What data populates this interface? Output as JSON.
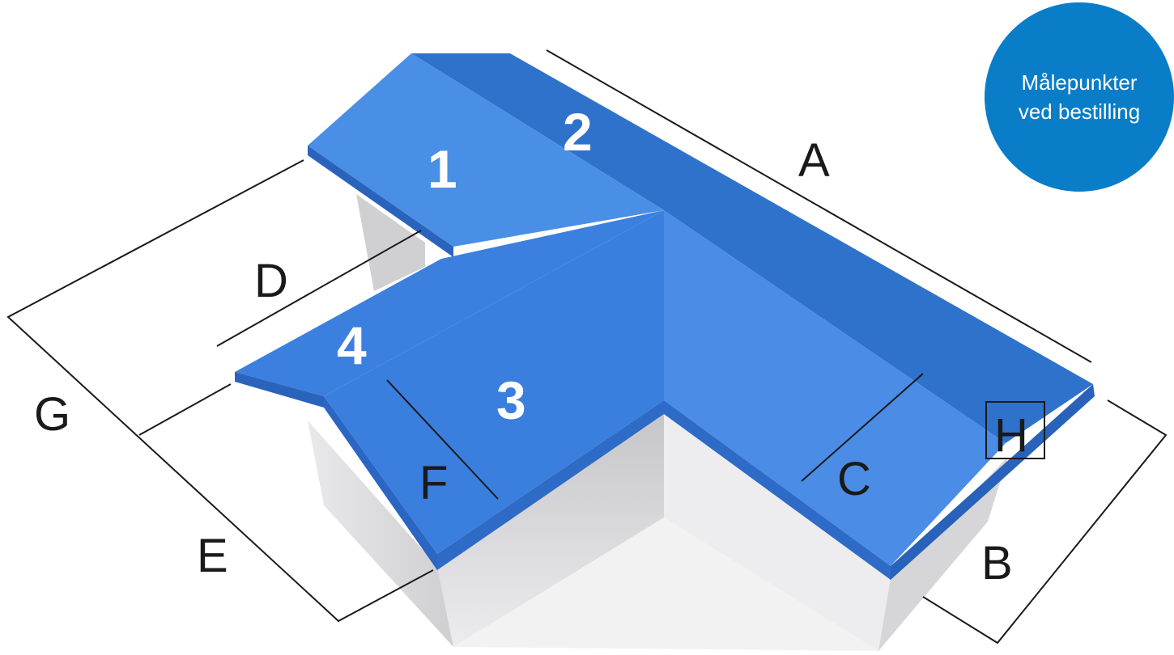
{
  "badge": {
    "line1": "Målepunkter",
    "line2": "ved bestilling",
    "color": "#0a7dc8"
  },
  "colors": {
    "roof_light": "#4a8fe6",
    "roof_mid": "#3b82e0",
    "roof_dark": "#2f6fc4",
    "roof_edge": "#2a66c2",
    "wall_light": "#e4e4e6",
    "wall_dark": "#c9c9cc"
  },
  "roof_faces": {
    "face1": "1",
    "face2": "2",
    "face3": "3",
    "face4": "4"
  },
  "dimension_labels": {
    "A": "A",
    "B": "B",
    "C": "C",
    "D": "D",
    "E": "E",
    "F": "F",
    "G": "G",
    "H": "H"
  }
}
